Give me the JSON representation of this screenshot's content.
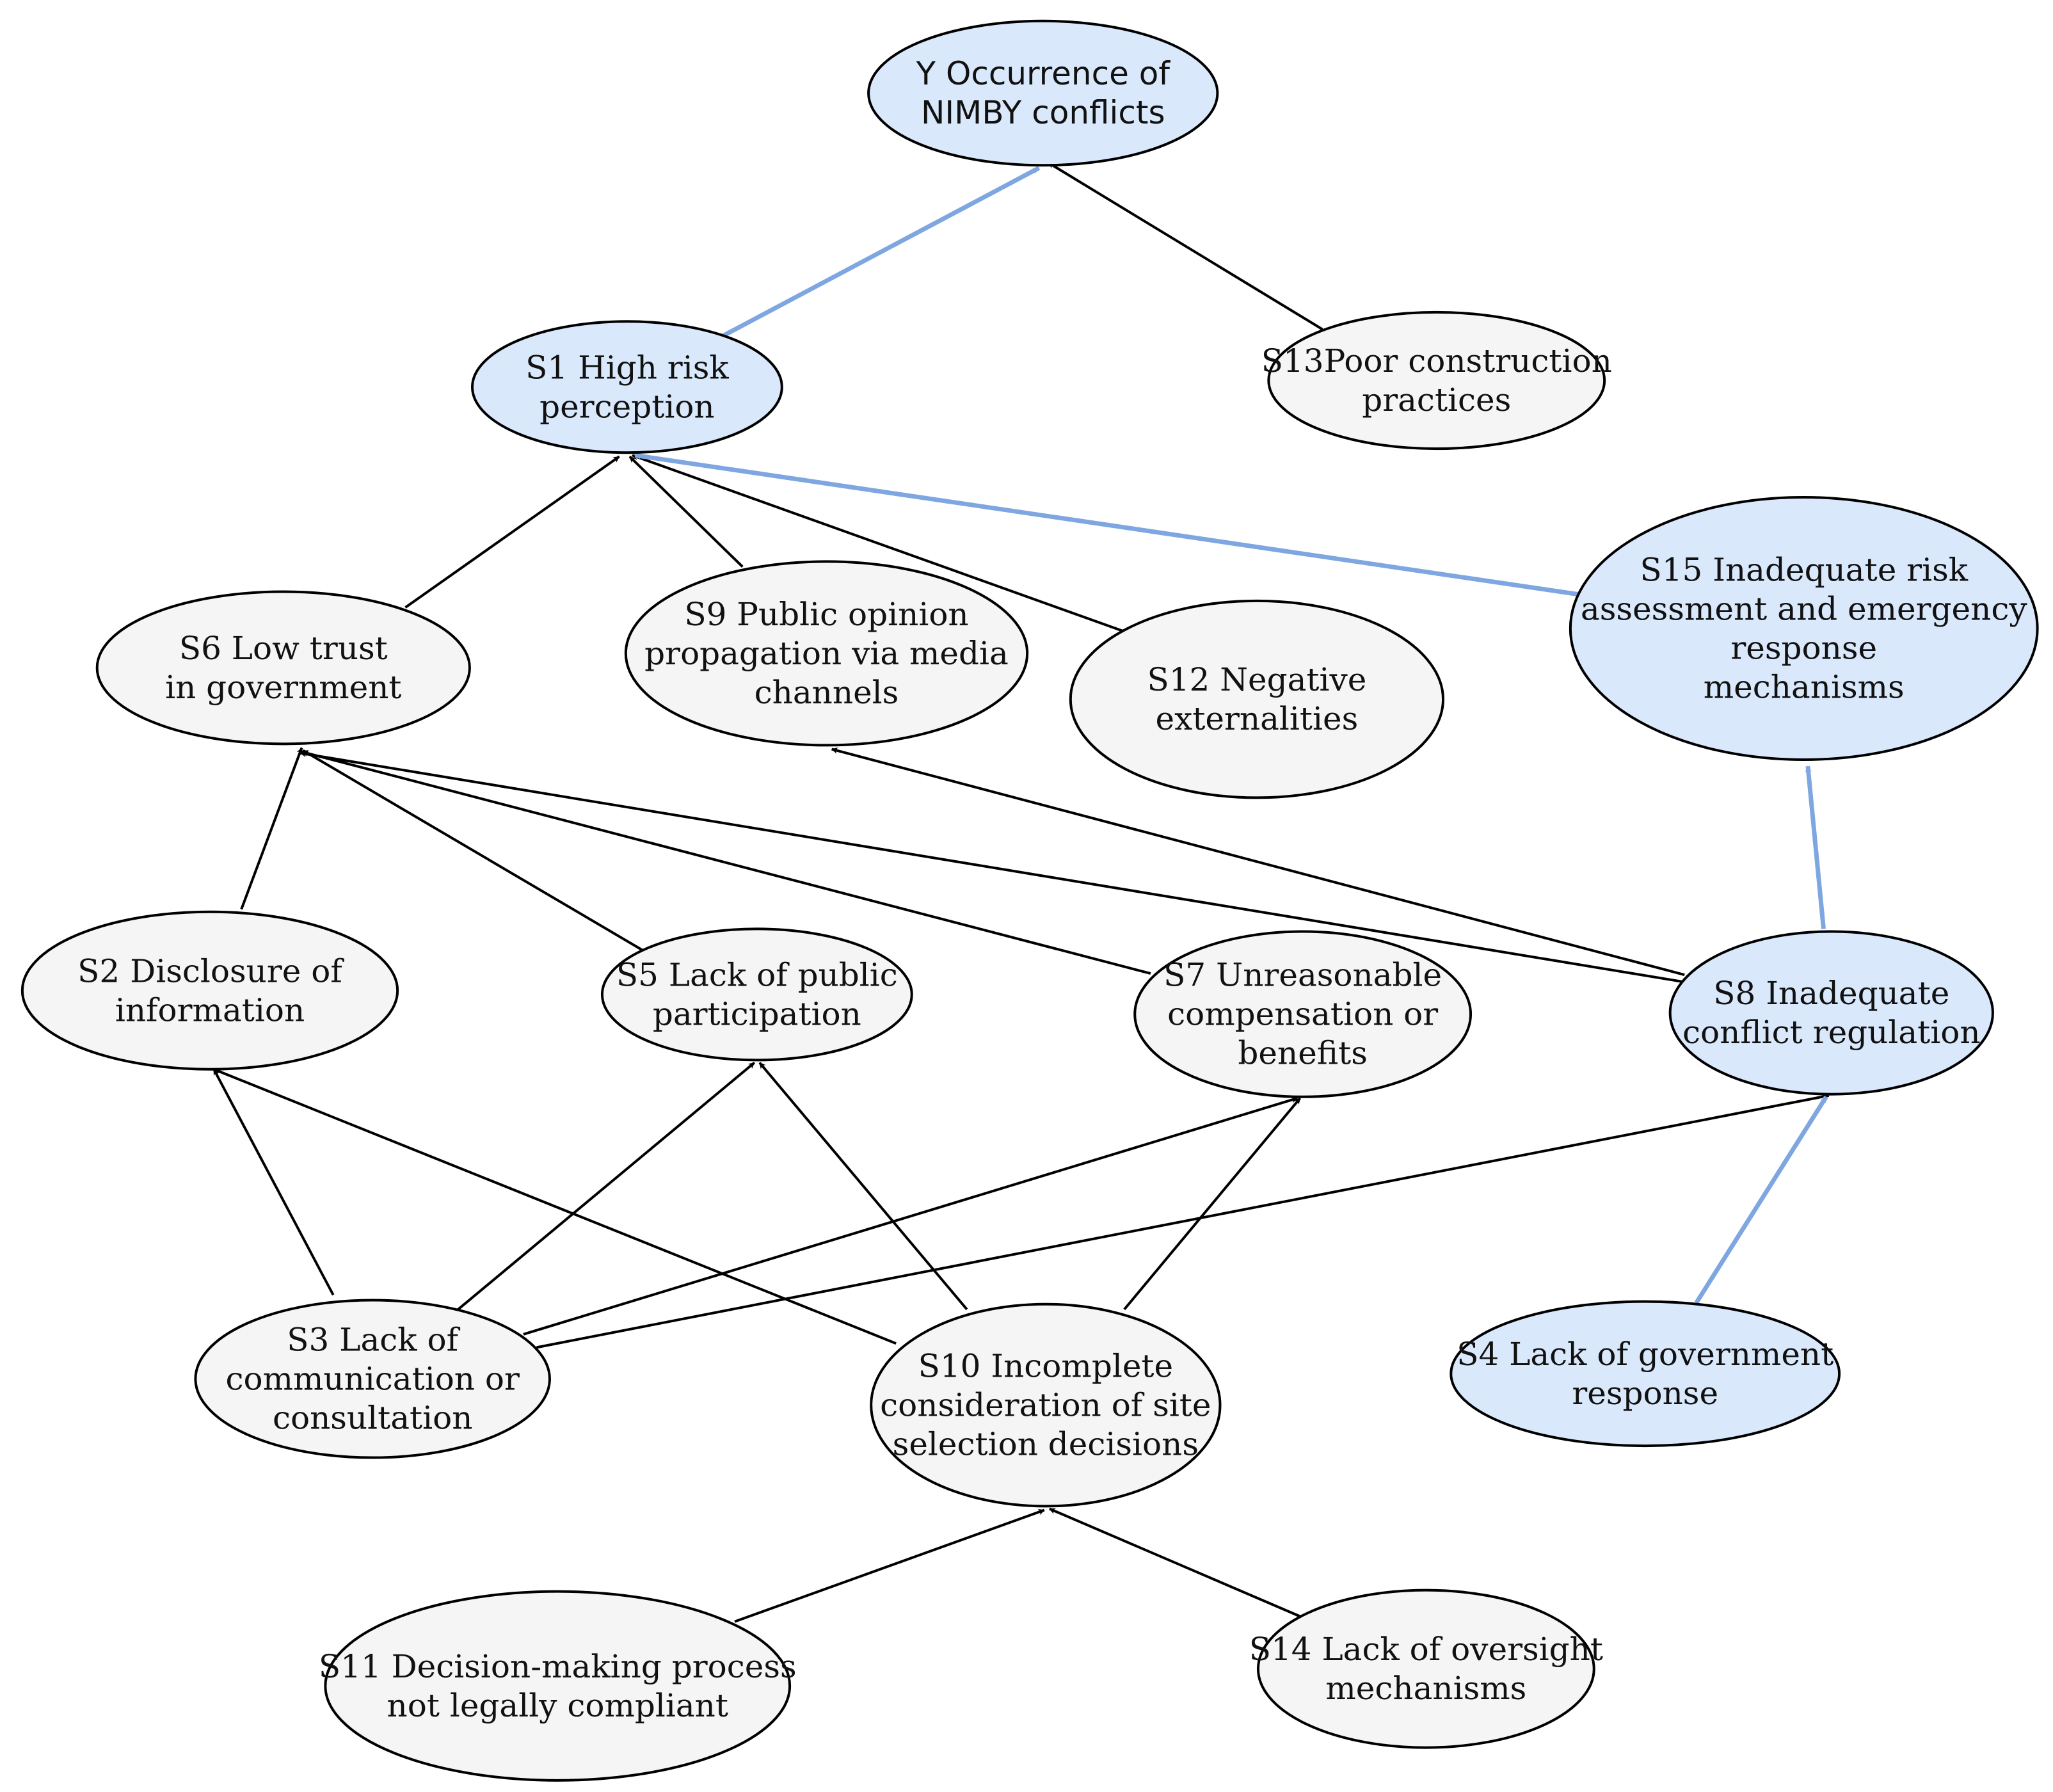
{
  "colors": {
    "highlight_fill": "#dae8fc",
    "default_fill": "#f5f5f5",
    "highlight_edge": "#7ea6e0",
    "default_edge": "#000000"
  },
  "nodes": [
    {
      "id": "Y",
      "lines": [
        "Y Occurrence of",
        "NIMBY conflicts"
      ],
      "highlight": true
    },
    {
      "id": "S1",
      "lines": [
        "S1 High risk",
        "perception"
      ],
      "highlight": true
    },
    {
      "id": "S13",
      "lines": [
        "S13Poor construction",
        "practices"
      ],
      "highlight": false
    },
    {
      "id": "S6",
      "lines": [
        "S6 Low trust",
        "in government"
      ],
      "highlight": false
    },
    {
      "id": "S9",
      "lines": [
        "S9 Public opinion",
        "propagation via media",
        "channels"
      ],
      "highlight": false
    },
    {
      "id": "S12",
      "lines": [
        "S12 Negative",
        "externalities"
      ],
      "highlight": false
    },
    {
      "id": "S15",
      "lines": [
        "S15 Inadequate risk",
        "assessment and emergency",
        "response",
        "mechanisms"
      ],
      "highlight": true
    },
    {
      "id": "S2",
      "lines": [
        "S2 Disclosure of",
        "information"
      ],
      "highlight": false
    },
    {
      "id": "S5",
      "lines": [
        "S5 Lack of public",
        "participation"
      ],
      "highlight": false
    },
    {
      "id": "S7",
      "lines": [
        "S7 Unreasonable",
        "compensation or",
        "benefits"
      ],
      "highlight": false
    },
    {
      "id": "S8",
      "lines": [
        "S8 Inadequate",
        "conflict regulation"
      ],
      "highlight": true
    },
    {
      "id": "S3",
      "lines": [
        "S3 Lack of",
        "communication or",
        "consultation"
      ],
      "highlight": false
    },
    {
      "id": "S10",
      "lines": [
        "S10 Incomplete",
        "consideration of site",
        "selection decisions"
      ],
      "highlight": false
    },
    {
      "id": "S4",
      "lines": [
        "S4 Lack of government",
        "response"
      ],
      "highlight": true
    },
    {
      "id": "S11",
      "lines": [
        "S11 Decision-making process",
        "not legally compliant"
      ],
      "highlight": false
    },
    {
      "id": "S14",
      "lines": [
        "S14 Lack of oversight",
        "mechanisms"
      ],
      "highlight": false
    }
  ],
  "edges": [
    {
      "from": "S1",
      "to": "Y",
      "highlight": true
    },
    {
      "from": "S13",
      "to": "Y",
      "highlight": false
    },
    {
      "from": "S6",
      "to": "S1",
      "highlight": false
    },
    {
      "from": "S9",
      "to": "S1",
      "highlight": false
    },
    {
      "from": "S12",
      "to": "S1",
      "highlight": false
    },
    {
      "from": "S15",
      "to": "S1",
      "highlight": true
    },
    {
      "from": "S2",
      "to": "S6",
      "highlight": false
    },
    {
      "from": "S5",
      "to": "S6",
      "highlight": false
    },
    {
      "from": "S7",
      "to": "S6",
      "highlight": false
    },
    {
      "from": "S8",
      "to": "S6",
      "highlight": false
    },
    {
      "from": "S8",
      "to": "S9",
      "highlight": false
    },
    {
      "from": "S8",
      "to": "S15",
      "highlight": true
    },
    {
      "from": "S3",
      "to": "S2",
      "highlight": false
    },
    {
      "from": "S10",
      "to": "S2",
      "highlight": false
    },
    {
      "from": "S3",
      "to": "S5",
      "highlight": false
    },
    {
      "from": "S10",
      "to": "S5",
      "highlight": false
    },
    {
      "from": "S3",
      "to": "S7",
      "highlight": false
    },
    {
      "from": "S10",
      "to": "S7",
      "highlight": false
    },
    {
      "from": "S3",
      "to": "S8",
      "highlight": false
    },
    {
      "from": "S4",
      "to": "S8",
      "highlight": true
    },
    {
      "from": "S11",
      "to": "S10",
      "highlight": false
    },
    {
      "from": "S14",
      "to": "S10",
      "highlight": false
    }
  ]
}
